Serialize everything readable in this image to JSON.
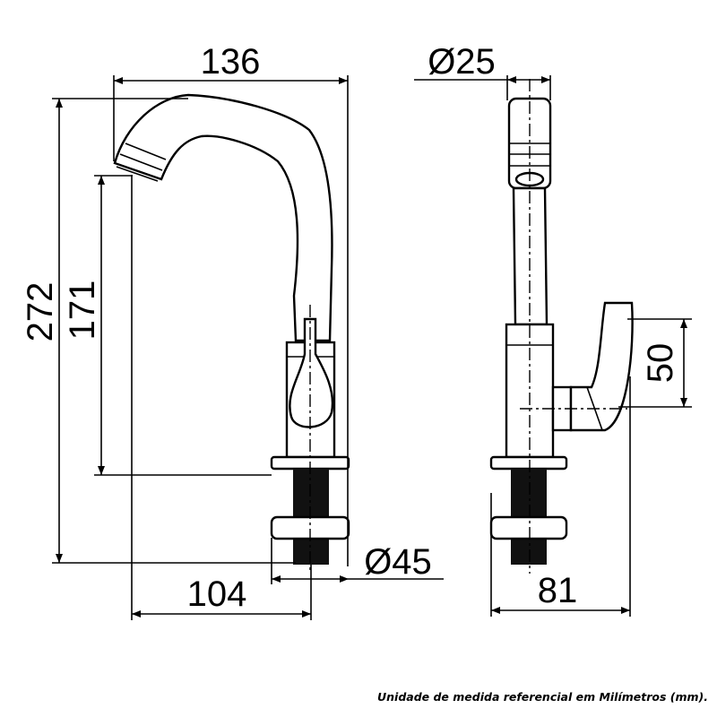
{
  "drawing": {
    "dimensions": {
      "spout_reach": "136",
      "spout_diameter": "Ø25",
      "total_height": "272",
      "spout_height": "171",
      "handle_height": "50",
      "base_diameter": "Ø45",
      "center_to_outlet": "104",
      "depth": "81"
    },
    "footnote": "Unidade de medida referencial em Milímetros (mm)."
  }
}
